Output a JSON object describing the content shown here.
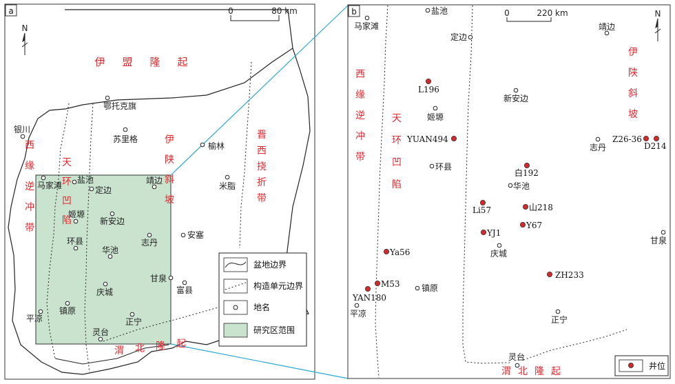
{
  "panel_a": {
    "tag": "a",
    "scale": {
      "zero": "0",
      "max": "80 km"
    },
    "north": "N",
    "places": [
      {
        "id": "yinchuan",
        "name": "银川"
      },
      {
        "id": "majiatan",
        "name": "马家滩"
      },
      {
        "id": "yanchi",
        "name": "盐池"
      },
      {
        "id": "dingbian",
        "name": "定边"
      },
      {
        "id": "jingbian",
        "name": "靖边"
      },
      {
        "id": "etuokeqi",
        "name": "鄂托克旗"
      },
      {
        "id": "sulige",
        "name": "苏里格"
      },
      {
        "id": "yulin",
        "name": "榆林"
      },
      {
        "id": "mizhi",
        "name": "米脂"
      },
      {
        "id": "jiyuan",
        "name": "姬塬"
      },
      {
        "id": "xinanbian",
        "name": "新安边"
      },
      {
        "id": "huanxian",
        "name": "环县"
      },
      {
        "id": "huachi",
        "name": "华池"
      },
      {
        "id": "zhidan",
        "name": "志丹"
      },
      {
        "id": "ansai",
        "name": "安塞"
      },
      {
        "id": "ganquan",
        "name": "甘泉"
      },
      {
        "id": "fuxian",
        "name": "富县"
      },
      {
        "id": "qingcheng",
        "name": "庆城"
      },
      {
        "id": "pingliang",
        "name": "平凉"
      },
      {
        "id": "zhenyuan",
        "name": "镇原"
      },
      {
        "id": "zhengning",
        "name": "正宁"
      },
      {
        "id": "lingtai",
        "name": "灵台"
      }
    ],
    "units": [
      {
        "id": "yimeng",
        "chars": "伊盟隆起"
      },
      {
        "id": "xiyuan",
        "chars": "西缘逆冲带"
      },
      {
        "id": "tianhuan",
        "chars": "天环凹陷"
      },
      {
        "id": "yishan",
        "chars": "伊陕斜坡"
      },
      {
        "id": "jinxi",
        "chars": "晋西挠折带"
      },
      {
        "id": "weibei",
        "chars": "渭北隆起"
      }
    ],
    "legend": [
      {
        "id": "basin-boundary",
        "label": "盆地边界"
      },
      {
        "id": "unit-boundary",
        "label": "构造单元边界"
      },
      {
        "id": "place",
        "label": "地名"
      },
      {
        "id": "study-area",
        "label": "研究区范围"
      }
    ],
    "colors": {
      "study_area": "#c9e3cf",
      "connector": "#2aa7d6",
      "unit_text": "#e8262b"
    }
  },
  "panel_b": {
    "tag": "b",
    "scale": {
      "zero": "0",
      "max": "220 km"
    },
    "north": "N",
    "places": [
      {
        "id": "majiatan",
        "name": "马家滩"
      },
      {
        "id": "yanchi",
        "name": "盐池"
      },
      {
        "id": "dingbian",
        "name": "定边"
      },
      {
        "id": "jingbian",
        "name": "靖边"
      },
      {
        "id": "jiyuan",
        "name": "姬塬"
      },
      {
        "id": "xinanbian",
        "name": "新安边"
      },
      {
        "id": "zhidan",
        "name": "志丹"
      },
      {
        "id": "huanxian",
        "name": "环县"
      },
      {
        "id": "huachi",
        "name": "华池"
      },
      {
        "id": "qingcheng",
        "name": "庆城"
      },
      {
        "id": "ganquan",
        "name": "甘泉"
      },
      {
        "id": "zhenyuan",
        "name": "镇原"
      },
      {
        "id": "pingliang",
        "name": "平凉"
      },
      {
        "id": "zhengning",
        "name": "正宁"
      },
      {
        "id": "lingtai",
        "name": "灵台"
      }
    ],
    "wells": [
      {
        "id": "L196",
        "name": "L196"
      },
      {
        "id": "YUAN494",
        "name": "YUAN494"
      },
      {
        "id": "Z26-36",
        "name": "Z26-36"
      },
      {
        "id": "D214",
        "name": "D214"
      },
      {
        "id": "bai192",
        "name": "白192"
      },
      {
        "id": "Li57",
        "name": "Li57"
      },
      {
        "id": "shan218",
        "name": "山218"
      },
      {
        "id": "YJ1",
        "name": "YJ1"
      },
      {
        "id": "Y67",
        "name": "Y67"
      },
      {
        "id": "Ya56",
        "name": "Ya56"
      },
      {
        "id": "ZH233",
        "name": "ZH233"
      },
      {
        "id": "M53",
        "name": "M53"
      },
      {
        "id": "YAN180",
        "name": "YAN180"
      }
    ],
    "units": [
      {
        "id": "xiyuan",
        "chars": "西缘逆冲带"
      },
      {
        "id": "tianhuan",
        "chars": "天环凹陷"
      },
      {
        "id": "yishan",
        "chars": "伊陕斜坡"
      },
      {
        "id": "weibei",
        "chars": "渭北隆起"
      }
    ],
    "legend": [
      {
        "id": "well",
        "label": "井位"
      }
    ],
    "colors": {
      "well": "#d42a2a"
    }
  }
}
